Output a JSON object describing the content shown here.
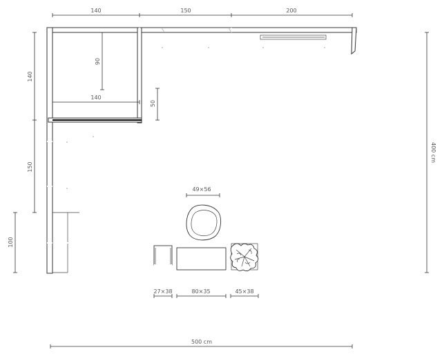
{
  "dimensions": {
    "top_segments": [
      "140",
      "150",
      "200"
    ],
    "left_segments": [
      "140",
      "150",
      "100"
    ],
    "total_width": "500 cm",
    "total_height": "400 cm",
    "alcove_depth": "90",
    "alcove_width": "140",
    "partition": "50"
  },
  "furniture": [
    {
      "label": "49×56",
      "item": "armchair"
    },
    {
      "label": "27×38",
      "item": "side-table"
    },
    {
      "label": "80×35",
      "item": "coffee-table"
    },
    {
      "label": "45×38",
      "item": "plant"
    }
  ]
}
